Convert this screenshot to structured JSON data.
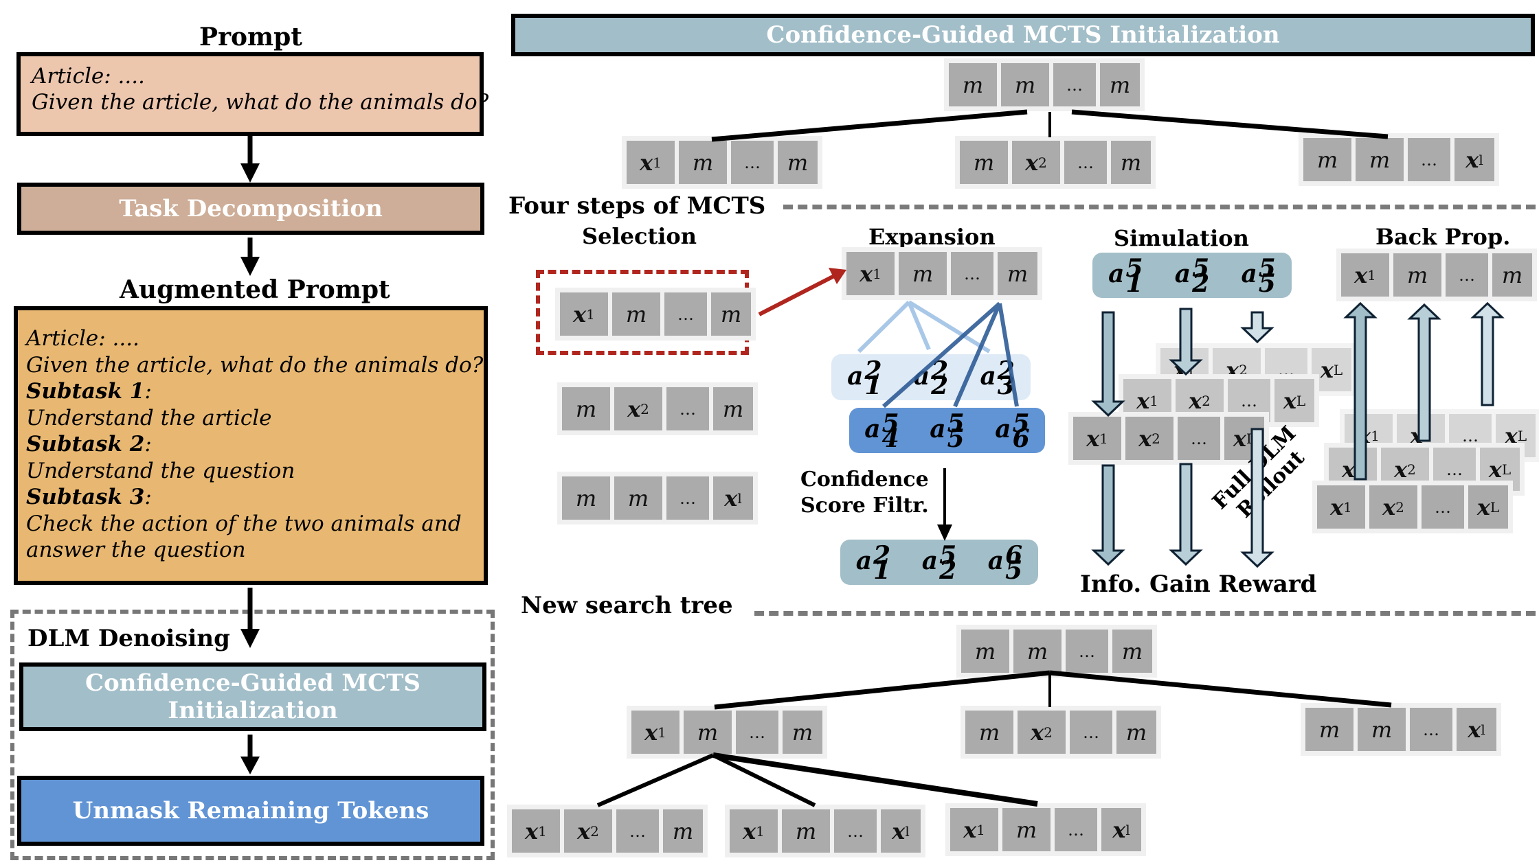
{
  "left_panel": {
    "prompt_heading": "Prompt",
    "prompt_box": {
      "lines": [
        "Article: ....",
        "Given the article, what do the animals do?"
      ],
      "color": "#edc6ae"
    },
    "task_decomposition": {
      "label": "Task Decomposition",
      "color": "#ceae98"
    },
    "augmented_heading": "Augmented Prompt",
    "augmented_box": {
      "color": "#e8b872",
      "line1": "Article: ....",
      "line2": "Given the article, what do the animals do?",
      "subtasks": [
        {
          "label": "Subtask 1",
          "text": "Understand the article"
        },
        {
          "label": "Subtask 2",
          "text": "Understand the question"
        },
        {
          "label": "Subtask 3",
          "text_line1": "Check the action of the two animals and",
          "text_line2": "answer the question"
        }
      ]
    },
    "dlm_denoising": {
      "label": "DLM Denoising",
      "mcts_init": {
        "line1": "Confidence-Guided MCTS",
        "line2": "Initialization",
        "color": "#a2bec9"
      },
      "unmask": {
        "label": "Unmask Remaining Tokens",
        "color": "#6194d4"
      }
    }
  },
  "right_panel": {
    "title_bar": {
      "label": "Confidence-Guided MCTS Initialization",
      "color": "#a2bec9"
    },
    "init_tree": {
      "root": [
        "m",
        "m",
        "...",
        "m"
      ],
      "children": [
        [
          "x1",
          "m",
          "...",
          "m"
        ],
        [
          "m",
          "x2",
          "...",
          "m"
        ],
        [
          "m",
          "m",
          "...",
          "xl"
        ]
      ]
    },
    "four_steps_heading": "Four steps of MCTS",
    "selection": {
      "label": "Selection",
      "nodes": [
        [
          "x1",
          "m",
          "...",
          "m"
        ],
        [
          "m",
          "x2",
          "...",
          "m"
        ],
        [
          "m",
          "m",
          "...",
          "xl"
        ]
      ],
      "highlight_color": "#b0261e"
    },
    "expansion": {
      "label": "Expansion",
      "node": [
        "x1",
        "m",
        "...",
        "m"
      ],
      "candidates_light": [
        {
          "base": "a",
          "sup": "2",
          "sub": "1"
        },
        {
          "base": "a",
          "sup": "2",
          "sub": "2"
        },
        {
          "base": "a",
          "sup": "2",
          "sub": "3"
        }
      ],
      "candidates_dark": [
        {
          "base": "a",
          "sup": "5",
          "sub": "4"
        },
        {
          "base": "a",
          "sup": "5",
          "sub": "5"
        },
        {
          "base": "a",
          "sup": "5",
          "sub": "6"
        }
      ],
      "filter_label_line1": "Confidence",
      "filter_label_line2": "Score Filtr.",
      "filtered": [
        {
          "base": "a",
          "sup": "2",
          "sub": "1"
        },
        {
          "base": "a",
          "sup": "5",
          "sub": "2"
        },
        {
          "base": "a",
          "sup": "6",
          "sub": "5"
        }
      ],
      "colors": {
        "light_box": "#deeaf6",
        "dark_box": "#6194d4",
        "light_line": "#a9c8e8",
        "dark_line": "#2f5d96",
        "filtered_box": "#a2bec9"
      }
    },
    "simulation": {
      "label": "Simulation",
      "actions": [
        {
          "base": "a",
          "sup": "5",
          "sub": "1"
        },
        {
          "base": "a",
          "sup": "5",
          "sub": "2"
        },
        {
          "base": "a",
          "sup": "5",
          "sub": "5"
        }
      ],
      "rollout_nodes": [
        [
          "x1",
          "x2",
          "...",
          "xL"
        ],
        [
          "x1",
          "x2",
          "...",
          "xL"
        ],
        [
          "x1",
          "x2",
          "...",
          "xL"
        ]
      ],
      "rollout_label_line1": "Full DLM",
      "rollout_label_line2": "Rollout",
      "reward_label": "Info. Gain Reward"
    },
    "back_prop": {
      "label": "Back Prop.",
      "node": [
        "x1",
        "m",
        "...",
        "m"
      ],
      "stacked_nodes": [
        [
          "x1",
          "x2",
          "...",
          "xL"
        ],
        [
          "x1",
          "x2",
          "...",
          "xL"
        ],
        [
          "x1",
          "x2",
          "...",
          "xL"
        ]
      ]
    },
    "new_tree": {
      "label": "New search tree",
      "root": [
        "m",
        "m",
        "...",
        "m"
      ],
      "children": [
        [
          "x1",
          "m",
          "...",
          "m"
        ],
        [
          "m",
          "x2",
          "...",
          "m"
        ],
        [
          "m",
          "m",
          "...",
          "xl"
        ]
      ],
      "grandchildren": [
        [
          "x1",
          "x2",
          "...",
          "m"
        ],
        [
          "x1",
          "m",
          "...",
          "xl"
        ],
        [
          "x1",
          "m",
          "...",
          "xl"
        ]
      ]
    }
  }
}
